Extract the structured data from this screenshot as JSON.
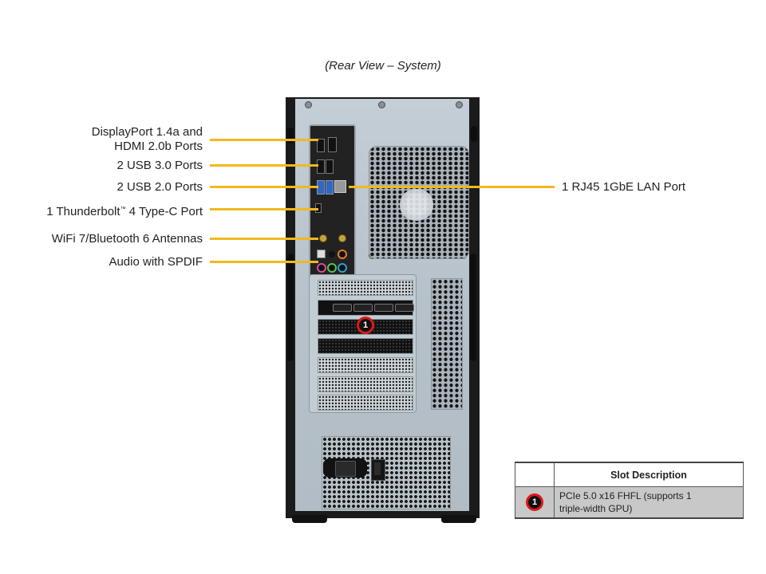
{
  "title": "(Rear View – System)",
  "colors": {
    "callout_line": "#f2b81c",
    "marker_ring": "#e0161a",
    "marker_fill": "#111111",
    "table_row_bg": "#c8c8c8",
    "chassis": "#1b1b1b",
    "panel": "#c0cad2"
  },
  "callouts_left": [
    {
      "label_line1": "DisplayPort 1.4a and",
      "label_line2": "HDMI 2.0b Ports"
    },
    {
      "label": "2 USB 3.0 Ports"
    },
    {
      "label": "2 USB 2.0 Ports"
    },
    {
      "label_prefix": "1 Thunderbolt",
      "label_tm": "™",
      "label_suffix": " 4 Type-C Port"
    },
    {
      "label": "WiFi 7/Bluetooth 6 Antennas"
    },
    {
      "label": "Audio with SPDIF"
    }
  ],
  "callouts_right": [
    {
      "label": "1 RJ45 1GbE LAN Port"
    }
  ],
  "slot_markers": [
    {
      "number": "1"
    }
  ],
  "slot_table": {
    "headers": [
      "",
      "Slot Description"
    ],
    "rows": [
      {
        "marker": "1",
        "description_line1": "PCIe 5.0 x16 FHFL (supports 1",
        "description_line2": "triple-width GPU)"
      }
    ]
  }
}
